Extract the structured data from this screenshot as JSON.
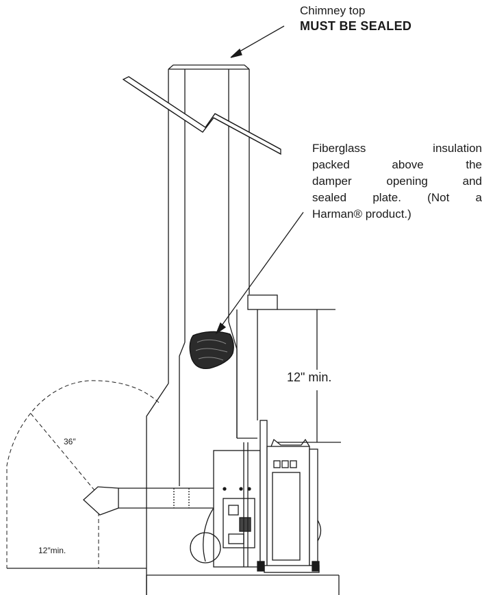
{
  "labels": {
    "chimney_top_line1": "Chimney top",
    "chimney_top_line2": "MUST BE SEALED",
    "fiberglass_lines": [
      "Fiberglass insulation",
      "packed above the",
      "damper opening and",
      "sealed plate. (Not a",
      "Harman® product.)"
    ],
    "height_min": "12\" min.",
    "radius_36": "36″",
    "floor_min": "12″min."
  },
  "colors": {
    "line": "#1a1a1a",
    "insulation": "#2b2b2b",
    "background": "#ffffff"
  }
}
